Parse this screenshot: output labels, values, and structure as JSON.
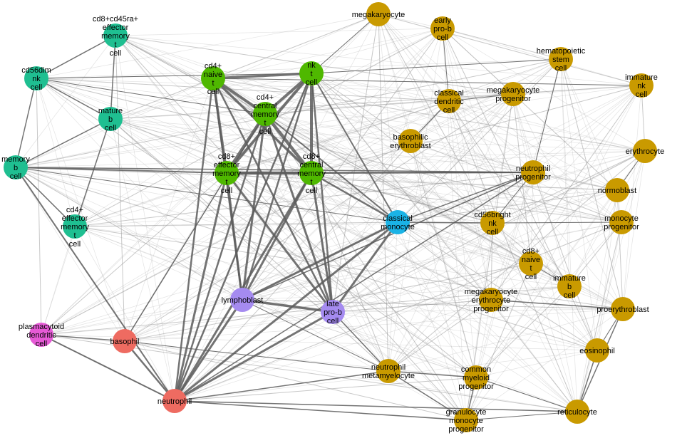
{
  "graph": {
    "colors": {
      "cyan_green": "#1fbf91",
      "lime": "#4fb800",
      "gold": "#c99a00",
      "blue": "#1ab3e6",
      "lavender": "#a58bf0",
      "salmon": "#ee6b61",
      "magenta": "#e65ad6",
      "edge": "#5c5c5c"
    },
    "nodes": [
      {
        "id": "cd8_cd45ra_effmem",
        "label": [
          "cd8+cd45ra+",
          "effector",
          "memory",
          "t",
          "cell"
        ],
        "color": "cyan_green"
      },
      {
        "id": "cd56dim_nk",
        "label": [
          "cd56dim",
          "nk",
          "cell"
        ],
        "color": "cyan_green"
      },
      {
        "id": "mature_b",
        "label": [
          "mature",
          "b",
          "cell"
        ],
        "color": "cyan_green"
      },
      {
        "id": "memory_b",
        "label": [
          "memory",
          "b",
          "cell"
        ],
        "color": "cyan_green"
      },
      {
        "id": "cd4_effmem",
        "label": [
          "cd4+",
          "effector",
          "memory",
          "t",
          "cell"
        ],
        "color": "cyan_green"
      },
      {
        "id": "cd4_naive",
        "label": [
          "cd4+",
          "naive",
          "t",
          "cell"
        ],
        "color": "lime"
      },
      {
        "id": "nkt",
        "label": [
          "nk",
          "t",
          "cell"
        ],
        "color": "lime"
      },
      {
        "id": "cd4_cm",
        "label": [
          "cd4+",
          "central",
          "memory",
          "t",
          "cell"
        ],
        "color": "lime"
      },
      {
        "id": "cd8_effmem",
        "label": [
          "cd8+",
          "effector",
          "memory",
          "t",
          "cell"
        ],
        "color": "lime"
      },
      {
        "id": "cd8_cm",
        "label": [
          "cd8+",
          "central",
          "memory",
          "t",
          "cell"
        ],
        "color": "lime"
      },
      {
        "id": "classical_mono",
        "label": [
          "classical",
          "monocyte"
        ],
        "color": "blue"
      },
      {
        "id": "lymphoblast",
        "label": [
          "lymphoblast"
        ],
        "color": "lavender"
      },
      {
        "id": "late_prob",
        "label": [
          "late",
          "pro-b",
          "cell"
        ],
        "color": "lavender"
      },
      {
        "id": "plasmacytoid_dc",
        "label": [
          "plasmacytoid",
          "dendritic",
          "cell"
        ],
        "color": "magenta"
      },
      {
        "id": "basophil",
        "label": [
          "basophil"
        ],
        "color": "salmon"
      },
      {
        "id": "neutrophil",
        "label": [
          "neutrophil"
        ],
        "color": "salmon"
      },
      {
        "id": "megakaryocyte",
        "label": [
          "megakaryocyte"
        ],
        "color": "gold"
      },
      {
        "id": "early_prob",
        "label": [
          "early",
          "pro-b",
          "cell"
        ],
        "color": "gold"
      },
      {
        "id": "hsc",
        "label": [
          "hematopoietic",
          "stem",
          "cell"
        ],
        "color": "gold"
      },
      {
        "id": "immature_nk",
        "label": [
          "immature",
          "nk",
          "cell"
        ],
        "color": "gold"
      },
      {
        "id": "classical_dc",
        "label": [
          "classical",
          "dendritic",
          "cell"
        ],
        "color": "gold"
      },
      {
        "id": "mk_prog",
        "label": [
          "megakaryocyte",
          "progenitor"
        ],
        "color": "gold"
      },
      {
        "id": "baso_eb",
        "label": [
          "basophilic",
          "erythroblast"
        ],
        "color": "gold"
      },
      {
        "id": "erythrocyte",
        "label": [
          "erythrocyte"
        ],
        "color": "gold"
      },
      {
        "id": "neut_prog",
        "label": [
          "neutrophil",
          "progenitor"
        ],
        "color": "gold"
      },
      {
        "id": "normoblast",
        "label": [
          "normoblast"
        ],
        "color": "gold"
      },
      {
        "id": "cd56bright_nk",
        "label": [
          "cd56bright",
          "nk",
          "cell"
        ],
        "color": "gold"
      },
      {
        "id": "mono_prog",
        "label": [
          "monocyte",
          "progenitor"
        ],
        "color": "gold"
      },
      {
        "id": "cd8_naive",
        "label": [
          "cd8+",
          "naive",
          "t",
          "cell"
        ],
        "color": "gold"
      },
      {
        "id": "immature_b",
        "label": [
          "immature",
          "b",
          "cell"
        ],
        "color": "gold"
      },
      {
        "id": "mep",
        "label": [
          "megakaryocyte",
          "erythrocyte",
          "progenitor"
        ],
        "color": "gold"
      },
      {
        "id": "proerythroblast",
        "label": [
          "proerythroblast"
        ],
        "color": "gold"
      },
      {
        "id": "eosinophil",
        "label": [
          "eosinophil"
        ],
        "color": "gold"
      },
      {
        "id": "neut_metamyelo",
        "label": [
          "neutrophil",
          "metamyelocyte"
        ],
        "color": "gold"
      },
      {
        "id": "cmp",
        "label": [
          "common",
          "myeloid",
          "progenitor"
        ],
        "color": "gold"
      },
      {
        "id": "gmp",
        "label": [
          "granulocyte",
          "monocyte",
          "progenitor"
        ],
        "color": "gold"
      },
      {
        "id": "reticulocyte",
        "label": [
          "reticulocyte"
        ],
        "color": "gold"
      }
    ],
    "edges": [
      [
        "cd4_naive",
        "nkt",
        3.5
      ],
      [
        "cd4_naive",
        "cd4_cm",
        4
      ],
      [
        "cd4_naive",
        "cd8_effmem",
        3.5
      ],
      [
        "cd4_naive",
        "cd8_cm",
        3.5
      ],
      [
        "nkt",
        "cd4_cm",
        4
      ],
      [
        "nkt",
        "cd8_effmem",
        4
      ],
      [
        "nkt",
        "cd8_cm",
        4
      ],
      [
        "cd4_cm",
        "cd8_effmem",
        4.5
      ],
      [
        "cd4_cm",
        "cd8_cm",
        4.5
      ],
      [
        "cd8_effmem",
        "cd8_cm",
        4.5
      ],
      [
        "cd4_naive",
        "lymphoblast",
        2.5
      ],
      [
        "nkt",
        "lymphoblast",
        2.5
      ],
      [
        "cd4_cm",
        "lymphoblast",
        3
      ],
      [
        "cd8_effmem",
        "lymphoblast",
        3
      ],
      [
        "cd8_cm",
        "lymphoblast",
        3
      ],
      [
        "cd4_naive",
        "late_prob",
        2.5
      ],
      [
        "nkt",
        "late_prob",
        2.5
      ],
      [
        "cd4_cm",
        "late_prob",
        3
      ],
      [
        "cd8_effmem",
        "late_prob",
        3
      ],
      [
        "cd8_cm",
        "late_prob",
        3
      ],
      [
        "lymphoblast",
        "late_prob",
        3.5
      ],
      [
        "neutrophil",
        "cd4_naive",
        2.5
      ],
      [
        "neutrophil",
        "nkt",
        2.5
      ],
      [
        "neutrophil",
        "cd4_cm",
        2.5
      ],
      [
        "neutrophil",
        "cd8_effmem",
        3
      ],
      [
        "neutrophil",
        "cd8_cm",
        3
      ],
      [
        "neutrophil",
        "lymphoblast",
        3
      ],
      [
        "neutrophil",
        "late_prob",
        3
      ],
      [
        "neutrophil",
        "classical_mono",
        3
      ],
      [
        "neutrophil",
        "basophil",
        2.5
      ],
      [
        "neutrophil",
        "plasmacytoid_dc",
        2
      ],
      [
        "neutrophil",
        "memory_b",
        2
      ],
      [
        "classical_mono",
        "lymphoblast",
        3
      ],
      [
        "classical_mono",
        "late_prob",
        3
      ],
      [
        "classical_mono",
        "cd8_cm",
        2.5
      ],
      [
        "classical_mono",
        "cd4_cm",
        2
      ],
      [
        "classical_mono",
        "nkt",
        2
      ],
      [
        "memory_b",
        "cd8_effmem",
        2
      ],
      [
        "memory_b",
        "mature_b",
        1.5
      ],
      [
        "memory_b",
        "cd56dim_nk",
        1.5
      ],
      [
        "memory_b",
        "cd4_effmem",
        1.5
      ],
      [
        "cd56dim_nk",
        "cd8_cd45ra_effmem",
        1.5
      ],
      [
        "cd56dim_nk",
        "mature_b",
        1.5
      ],
      [
        "mature_b",
        "cd4_effmem",
        1.5
      ],
      [
        "cd8_cd45ra_effmem",
        "mature_b",
        1.5
      ],
      [
        "cd8_effmem",
        "neut_prog",
        2
      ],
      [
        "cd8_cm",
        "neut_prog",
        2
      ],
      [
        "basophil",
        "cd4_cm",
        1.5
      ],
      [
        "plasmacytoid_dc",
        "basophil",
        1.5
      ],
      [
        "neut_metamyelo",
        "gmp",
        1.5
      ],
      [
        "neut_metamyelo",
        "cmp",
        1.5
      ],
      [
        "cmp",
        "gmp",
        1.5
      ],
      [
        "reticulocyte",
        "proerythroblast",
        1.5
      ],
      [
        "reticulocyte",
        "eosinophil",
        1.5
      ],
      [
        "mep",
        "proerythroblast",
        1.5
      ],
      [
        "neutrophil",
        "neut_metamyelo",
        1.5
      ],
      [
        "neutrophil",
        "gmp",
        1.5
      ],
      [
        "neutrophil",
        "reticulocyte",
        1.5
      ],
      [
        "cd56bright_nk",
        "neut_prog",
        1
      ],
      [
        "hsc",
        "neut_prog",
        1
      ],
      [
        "early_prob",
        "classical_dc",
        1
      ],
      [
        "megakaryocyte",
        "nkt",
        1
      ],
      [
        "hsc",
        "nkt",
        1
      ],
      [
        "immature_nk",
        "cd4_naive",
        1
      ],
      [
        "memory_b",
        "classical_mono",
        1
      ],
      [
        "cd56dim_nk",
        "cd4_cm",
        1
      ],
      [
        "cd56dim_nk",
        "nkt",
        1
      ],
      [
        "neut_prog",
        "lymphoblast",
        1.5
      ],
      [
        "neut_prog",
        "neutrophil",
        1.5
      ],
      [
        "cd8_naive",
        "immature_b",
        1
      ],
      [
        "mk_prog",
        "classical_dc",
        1
      ],
      [
        "baso_eb",
        "classical_dc",
        1
      ],
      [
        "erythrocyte",
        "normoblast",
        1
      ],
      [
        "mono_prog",
        "cd56bright_nk",
        1
      ],
      [
        "proerythroblast",
        "eosinophil",
        1
      ],
      [
        "cmp",
        "reticulocyte",
        1
      ],
      [
        "gmp",
        "reticulocyte",
        1
      ],
      [
        "classical_mono",
        "cd56bright_nk",
        1.5
      ],
      [
        "classical_mono",
        "neut_prog",
        1.5
      ],
      [
        "late_prob",
        "neut_metamyelo",
        1.5
      ],
      [
        "lymphoblast",
        "neut_metamyelo",
        1
      ],
      [
        "basophil",
        "neut_metamyelo",
        1
      ],
      [
        "memory_b",
        "neut_prog",
        1.5
      ]
    ]
  }
}
